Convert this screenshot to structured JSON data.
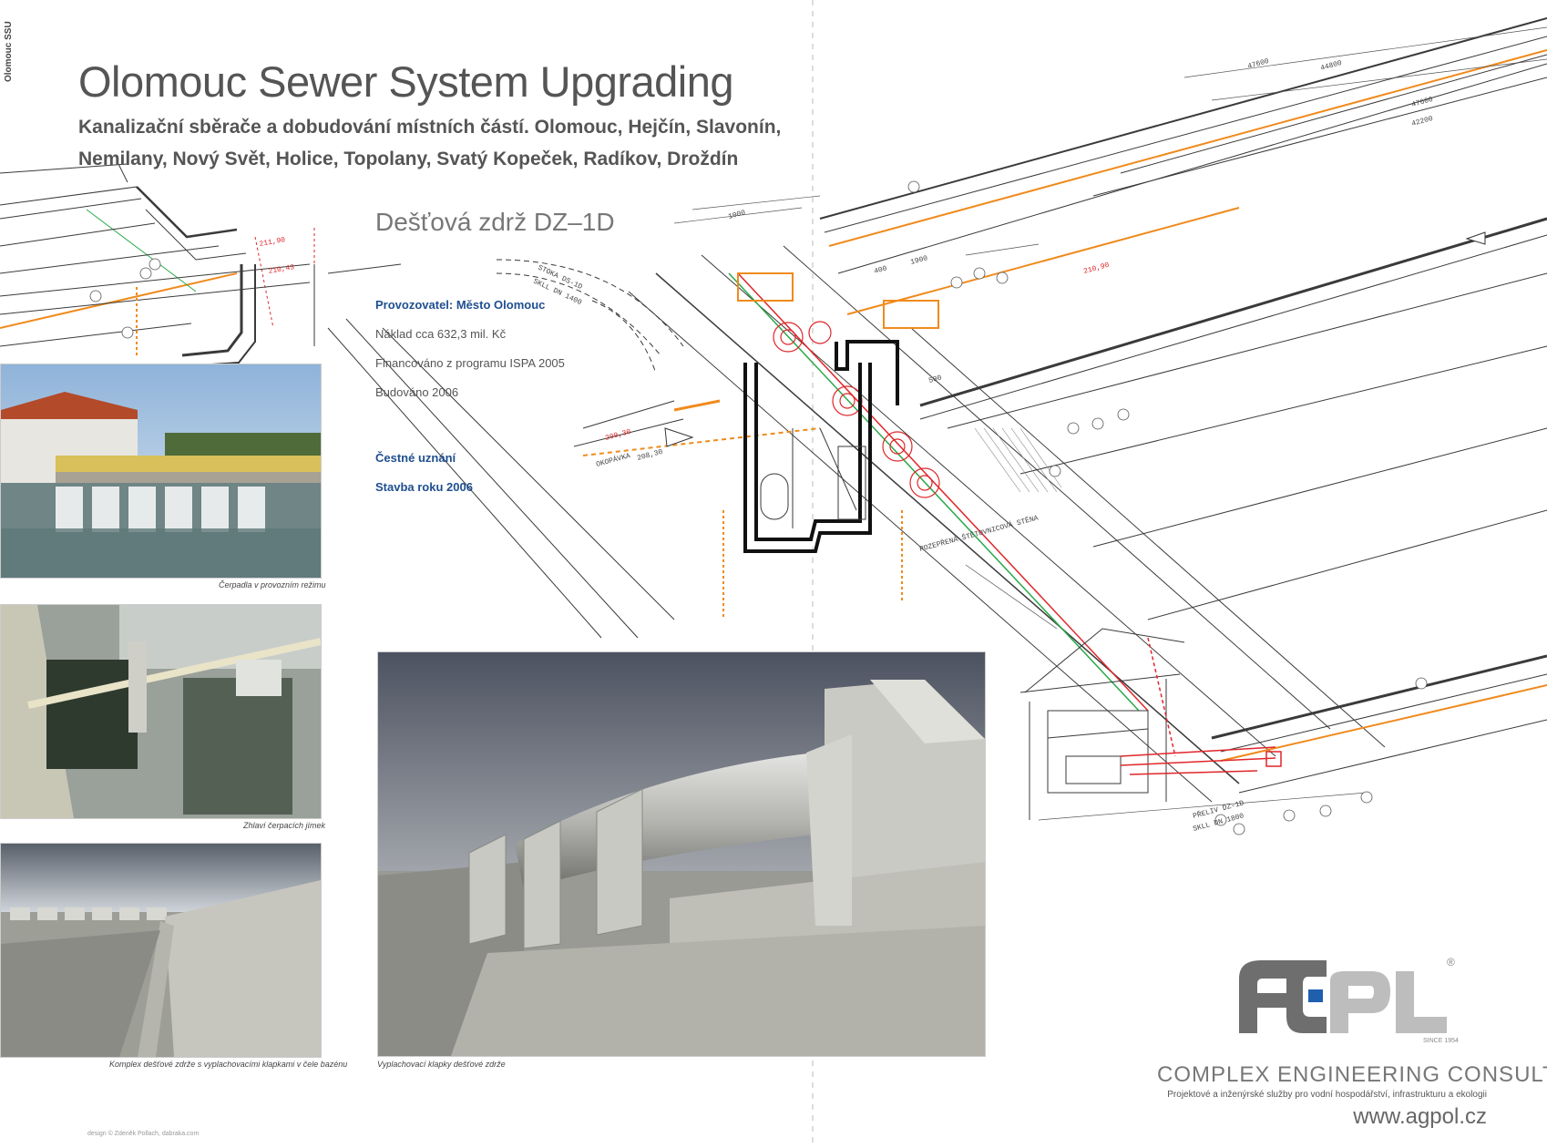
{
  "side_label": "Olomouc SSU",
  "title": "Olomouc Sewer System Upgrading",
  "subtitle": "Kanalizační sběrače a dobudování místních částí. Olomouc, Hejčín, Slavonín, Nemilany, Nový Svět, Holice, Topolany, Svatý Kopeček, Radíkov, Droždín",
  "project_name": "Dešťová zdrž DZ–1D",
  "info": {
    "operator": "Provozovatel: Město Olomouc",
    "cost": "Náklad cca 632,3 mil. Kč",
    "financing": "Financováno z programu ISPA 2005",
    "built": "Budováno 2006",
    "honor": "Čestné uznání",
    "award": "Stavba roku 2006"
  },
  "drawing": {
    "dims": [
      "47600",
      "44800",
      "47600",
      "42200",
      "1900",
      "500",
      "400",
      "1000"
    ],
    "levels": [
      "211,90",
      "210,43",
      "210,90",
      "209,30",
      "208,30"
    ],
    "labels": [
      "STOKA DS-1D",
      "SKLL DN 1400",
      "OKOPÁVKA",
      "ROZEPŘENÁ ŠTĚTOVNICOVÁ STĚNA",
      "PŘELIV DZ-1D",
      "SKLL DN 1800"
    ],
    "colors": {
      "line": "#3a3a3a",
      "orange": "#f08a1c",
      "red": "#e0262a",
      "green": "#2aa84a"
    }
  },
  "photos": [
    {
      "caption": "Čerpadla v provozním režimu"
    },
    {
      "caption": "Zhlaví čerpacích jímek"
    },
    {
      "caption": "Komplex dešťové zdrže s vyplachovacími klapkami v čele bazénu"
    },
    {
      "caption": "Vyplachovací klapky dešťové zdrže"
    }
  ],
  "brand": {
    "logo_text": "AGPOL",
    "since": "SINCE 1954",
    "registered": "®",
    "name": "COMPLEX ENGINEERING CONSULTING",
    "tagline": "Projektové a inženýrské služby pro vodní hospodářství, infrastrukturu a ekologii",
    "url": "www.agpol.cz",
    "colors": {
      "gray": "#6e6e6e",
      "light": "#bdbdbd",
      "blue": "#1f5fae"
    }
  },
  "credit": "design © Zdeněk Pollach, dabraka.com"
}
